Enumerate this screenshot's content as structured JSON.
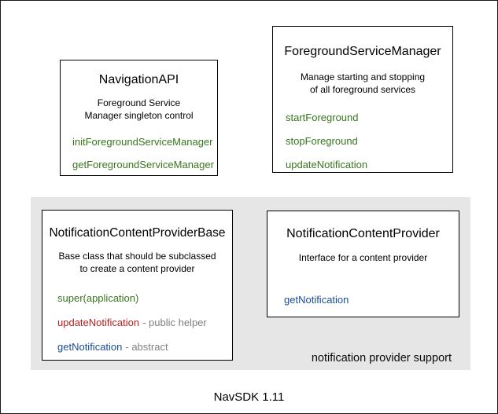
{
  "colors": {
    "method_green": "#38761d",
    "method_red": "#b22222",
    "method_blue": "#1a4c96",
    "annotation_gray": "#808080",
    "panel_gray": "#e6e6e6"
  },
  "panel": {
    "label": "notification provider support"
  },
  "footer": {
    "label": "NavSDK 1.11"
  },
  "boxes": {
    "navigation_api": {
      "title": "NavigationAPI",
      "description": [
        "Foreground Service",
        "Manager singleton control"
      ],
      "methods": [
        {
          "label": "initForegroundServiceManager"
        },
        {
          "label": "getForegroundServiceManager"
        }
      ]
    },
    "foreground_service_manager": {
      "title": "ForegroundServiceManager",
      "description": [
        "Manage starting and stopping",
        "of all foreground services"
      ],
      "methods": [
        {
          "label": "startForeground"
        },
        {
          "label": "stopForeground"
        },
        {
          "label": "updateNotification"
        }
      ]
    },
    "notification_content_provider_base": {
      "title": "NotificationContentProviderBase",
      "description": [
        "Base class that should be subclassed",
        "to create a content provider"
      ],
      "methods": [
        {
          "label": "super(application)",
          "annotation": ""
        },
        {
          "label": "updateNotification",
          "annotation": "- public helper"
        },
        {
          "label": "getNotification",
          "annotation": "- abstract"
        }
      ]
    },
    "notification_content_provider": {
      "title": "NotificationContentProvider",
      "description": [
        "Interface for a content provider"
      ],
      "methods": [
        {
          "label": "getNotification"
        }
      ]
    }
  }
}
